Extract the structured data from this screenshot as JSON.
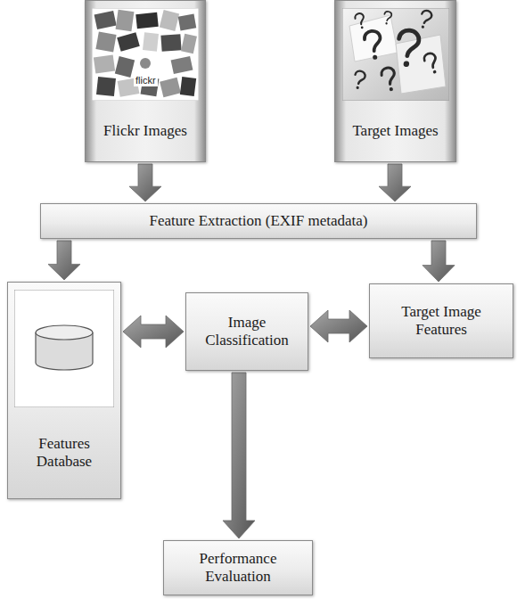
{
  "diagram": {
    "nodes": [
      {
        "text": [
          "Flickr Images"
        ]
      },
      {
        "text": [
          "Target Images"
        ]
      },
      {
        "text": [
          "Feature Extraction (EXIF metadata)"
        ]
      },
      {
        "text": [
          "Features Database"
        ]
      },
      {
        "text": [
          "Image Classification"
        ]
      },
      {
        "text": [
          "Target Image Features"
        ]
      },
      {
        "text": [
          "Performance Evaluation"
        ]
      }
    ],
    "edges": [
      {
        "from": 0,
        "to": 2,
        "arrow": "to"
      },
      {
        "from": 1,
        "to": 2,
        "arrow": "to"
      },
      {
        "from": 2,
        "to": 3,
        "arrow": "to"
      },
      {
        "from": 2,
        "to": 5,
        "arrow": "to"
      },
      {
        "from": 3,
        "to": 4,
        "arrow": "both"
      },
      {
        "from": 4,
        "to": 5,
        "arrow": "both"
      },
      {
        "from": 4,
        "to": 6,
        "arrow": "to"
      }
    ],
    "labels": [
      "flickr"
    ]
  }
}
